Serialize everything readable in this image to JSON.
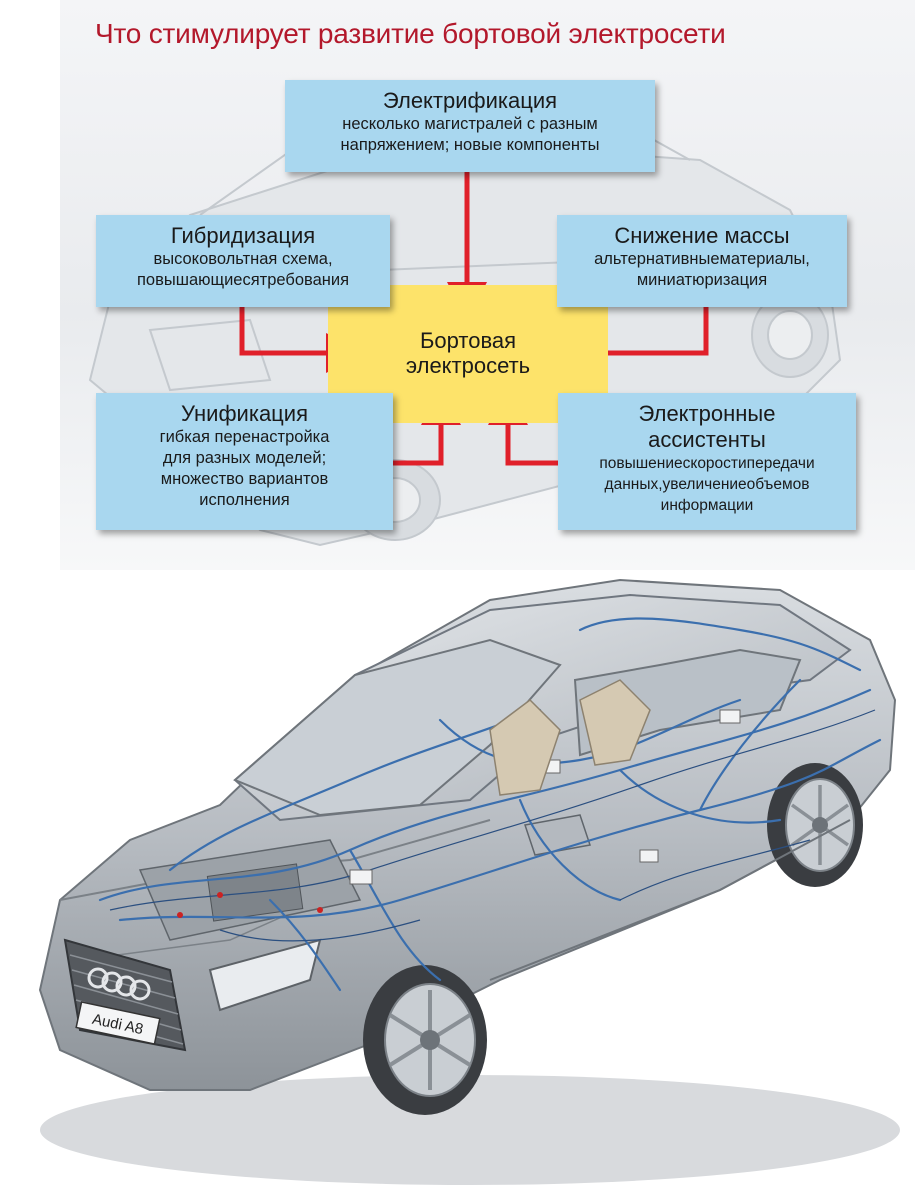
{
  "title": "Что стимулирует развитие бортовой электросети",
  "center": {
    "line1": "Бортовая",
    "line2": "электросеть"
  },
  "boxes": {
    "electrification": {
      "heading": "Электрификация",
      "lines": [
        "несколько магистралей с разным",
        "напряжением; новые компоненты"
      ]
    },
    "hybridization": {
      "heading": "Гибридизация",
      "lines": [
        "высоковольтная схема,",
        "повышающиесятребования"
      ]
    },
    "weight_reduction": {
      "heading": "Снижение массы",
      "lines": [
        "альтернативныематериалы,",
        "миниатюризация"
      ]
    },
    "unification": {
      "heading": "Унификация",
      "lines": [
        "гибкая перенастройка",
        "для разных моделей;",
        "множество вариантов",
        "исполнения"
      ]
    },
    "electronic_assistants": {
      "heading_lines": [
        "Электронные",
        "ассистенты"
      ],
      "lines": [
        "повышениескоростипередачи",
        "данных,увеличениеобъемов",
        "информации"
      ]
    }
  },
  "car": {
    "plate": "Audi A8"
  },
  "colors": {
    "title": "#b3182b",
    "box_fill": "#a9d7ef",
    "center_fill": "#fde36a",
    "arrow": "#e0202a"
  }
}
